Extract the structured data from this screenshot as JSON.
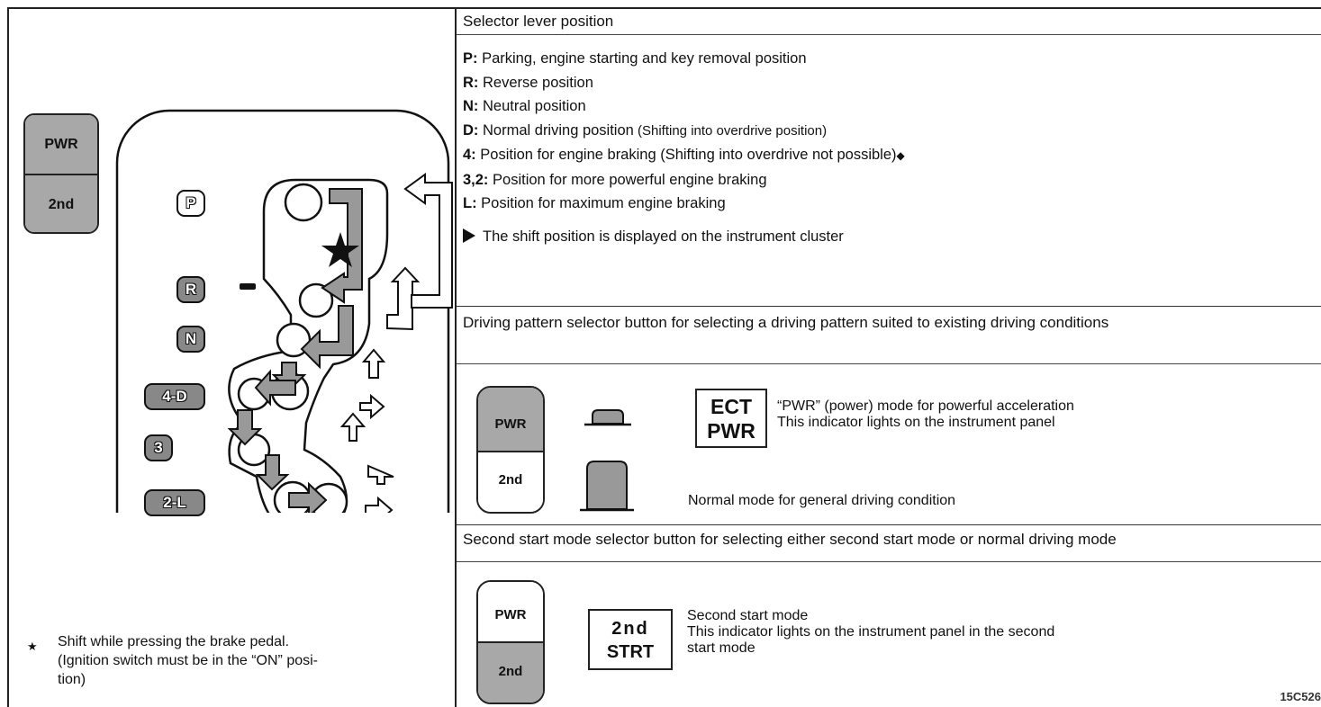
{
  "left": {
    "button": {
      "top": "PWR",
      "bottom": "2nd"
    },
    "gate_labels": {
      "p": "P",
      "r": "R",
      "n": "N",
      "d4": "4-D",
      "three": "3",
      "l2": "2-L"
    },
    "note": {
      "symbol": "★",
      "lines": [
        "Shift while pressing the brake pedal.",
        "(Ignition switch must be in the “ON” posi-",
        "tion)"
      ]
    }
  },
  "selector": {
    "heading": "Selector lever position",
    "items": [
      {
        "key": "P:",
        "text": " Parking, engine starting and key removal position",
        "note": ""
      },
      {
        "key": "R:",
        "text": " Reverse position",
        "note": ""
      },
      {
        "key": "N:",
        "text": " Neutral position",
        "note": ""
      },
      {
        "key": "D:",
        "text": " Normal driving position",
        "note": " (Shifting into overdrive position)"
      },
      {
        "key": "4:",
        "text": " Position for engine braking (Shifting into overdrive not possible)",
        "note": "◆"
      },
      {
        "key": "3,2:",
        "text": " Position for more powerful engine braking",
        "note": ""
      },
      {
        "key": "L:",
        "text": " Position for maximum engine braking",
        "note": ""
      }
    ],
    "display_note": "The shift position is displayed on the instrument cluster"
  },
  "driving_pattern": {
    "heading": "Driving pattern selector button for selecting a driving pattern suited to existing driving conditions",
    "button": {
      "top": "PWR",
      "bottom": "2nd"
    },
    "indicator": {
      "line1": "ECT",
      "line2": "PWR"
    },
    "pwr_desc": {
      "line1": "“PWR” (power) mode for powerful acceleration",
      "line2": "This indicator lights on the instrument panel"
    },
    "normal_desc": "Normal mode for general driving condition"
  },
  "second_start": {
    "heading": "Second start mode selector button for selecting either second start mode or normal driving mode",
    "button": {
      "top": "PWR",
      "bottom": "2nd"
    },
    "indicator": {
      "line1": "2nd",
      "line2": "STRT"
    },
    "desc": {
      "line1": "Second start mode",
      "line2": "This indicator lights on the instrument panel in the second",
      "line3": "start mode"
    }
  },
  "figure_code": "15C526"
}
